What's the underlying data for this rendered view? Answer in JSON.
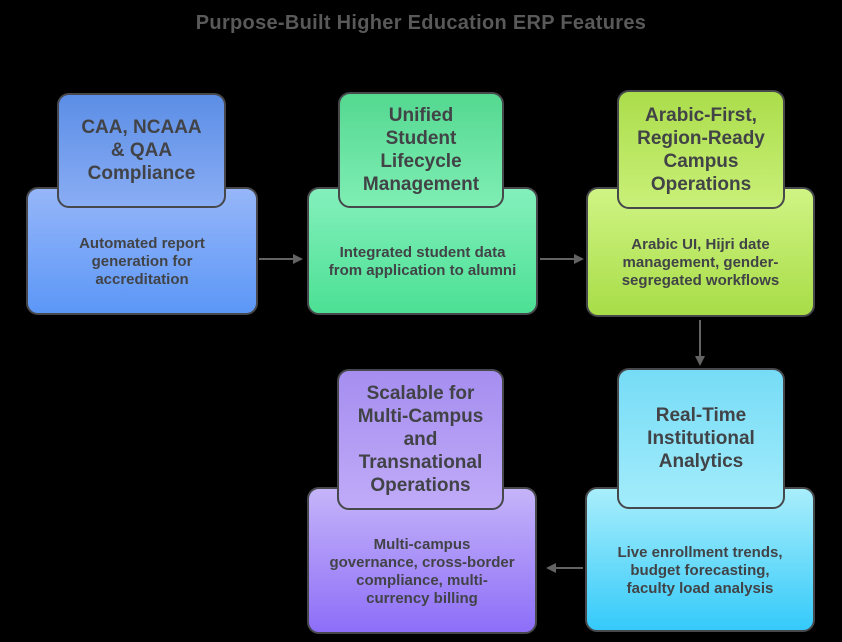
{
  "title": "Purpose-Built Higher Education ERP Features",
  "features": [
    {
      "name": "compliance",
      "header": "CAA, NCAAA\n& QAA\nCompliance",
      "body": "Automated report\ngeneration for\naccreditation"
    },
    {
      "name": "student-lifecycle",
      "header": "Unified\nStudent\nLifecycle\nManagement",
      "body": "Integrated student data\nfrom application to alumni"
    },
    {
      "name": "arabic-first-operations",
      "header": "Arabic-First,\nRegion-Ready\nCampus\nOperations",
      "body": "Arabic UI, Hijri date\nmanagement, gender-\nsegregated workflows"
    },
    {
      "name": "real-time-analytics",
      "header": "Real-Time\nInstitutional\nAnalytics",
      "body": "Live enrollment trends,\nbudget forecasting,\nfaculty load analysis"
    },
    {
      "name": "multi-campus-scalability",
      "header": "Scalable for\nMulti-Campus\nand\nTransnational\nOperations",
      "body": "Multi-campus\ngovernance, cross-border\ncompliance, multi-\ncurrency billing"
    }
  ],
  "colors": {
    "background": "#000000",
    "title-text": "#595959",
    "card-text": "#414347",
    "card-border": "#46484c",
    "arrow": "#636363",
    "blue-header-top": "#5b8ee6",
    "blue-header-bottom": "#8aadf4",
    "blue-body-top": "#96b6f8",
    "blue-body-bottom": "#5c97f7",
    "green-header-top": "#54d890",
    "green-header-bottom": "#7feeb4",
    "green-body-top": "#84f0bc",
    "green-body-bottom": "#4ce094",
    "lime-header-top": "#abdd4b",
    "lime-header-bottom": "#c9f078",
    "lime-body-top": "#d0f485",
    "lime-body-bottom": "#a8dd47",
    "cyan-header-top": "#76dcf6",
    "cyan-header-bottom": "#a3ecfb",
    "cyan-body-top": "#a9eefb",
    "cyan-body-bottom": "#35cafa",
    "purple-header-top": "#a58ef0",
    "purple-header-bottom": "#c0abf8",
    "purple-body-top": "#c5b4f9",
    "purple-body-bottom": "#8d6ef8"
  }
}
